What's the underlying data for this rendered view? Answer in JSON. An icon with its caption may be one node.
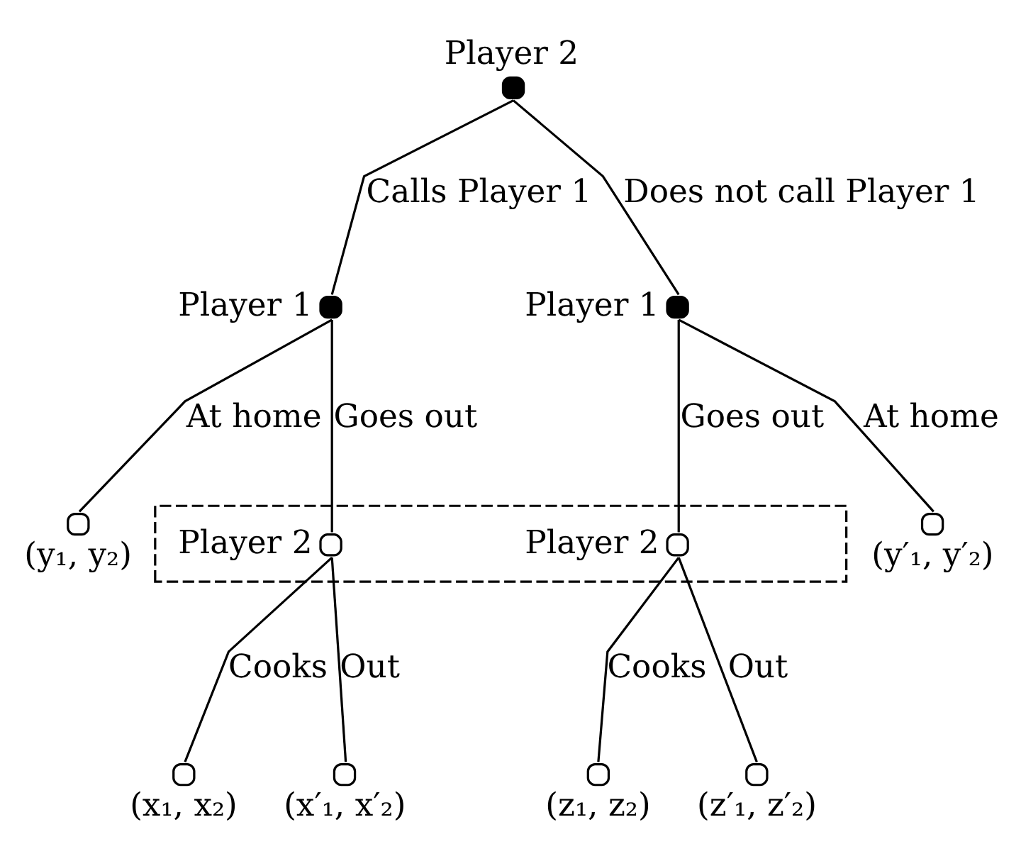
{
  "diagram": {
    "nodes": [
      {
        "text": [],
        "shape": "circle",
        "beside": [
          "Player 2"
        ]
      },
      {
        "text": [],
        "shape": "circle",
        "beside": [
          "Player 1"
        ]
      },
      {
        "text": [],
        "shape": "circle",
        "beside": [
          "Player 1"
        ]
      },
      {
        "text": [],
        "shape": "circle",
        "beside": [
          "(y₁, y₂)"
        ]
      },
      {
        "text": [],
        "shape": "box"
      },
      {
        "text": [],
        "shape": "circle",
        "beside": [
          "Player 2"
        ],
        "in": 4
      },
      {
        "text": [],
        "shape": "circle",
        "beside": [
          "Player 2"
        ],
        "in": 4
      },
      {
        "text": [],
        "shape": "circle",
        "beside": [
          "(y′₁, y′₂)"
        ]
      },
      {
        "text": [],
        "shape": "circle",
        "beside": [
          "(x₁, x₂)"
        ]
      },
      {
        "text": [],
        "shape": "circle",
        "beside": [
          "(x′₁, x′₂)"
        ]
      },
      {
        "text": [],
        "shape": "circle",
        "beside": [
          "(z₁, z₂)"
        ]
      },
      {
        "text": [],
        "shape": "circle",
        "beside": [
          "(z′₁, z′₂)"
        ]
      }
    ],
    "edges": [
      {
        "from": 0,
        "to": 1,
        "arrow": "none",
        "label": "Calls Player 1"
      },
      {
        "from": 0,
        "to": 2,
        "arrow": "none",
        "label": "Does not call Player 1"
      },
      {
        "from": 1,
        "to": 3,
        "arrow": "none",
        "label": "At home"
      },
      {
        "from": 1,
        "to": 5,
        "arrow": "none",
        "label": "Goes out"
      },
      {
        "from": 2,
        "to": 6,
        "arrow": "none",
        "label": "Goes out"
      },
      {
        "from": 2,
        "to": 7,
        "arrow": "none",
        "label": "At home"
      },
      {
        "from": 5,
        "to": 8,
        "arrow": "none",
        "label": "Cooks"
      },
      {
        "from": 5,
        "to": 9,
        "arrow": "none",
        "label": "Out"
      },
      {
        "from": 6,
        "to": 10,
        "arrow": "none",
        "label": "Cooks"
      },
      {
        "from": 6,
        "to": 11,
        "arrow": "none",
        "label": "Out"
      }
    ]
  }
}
